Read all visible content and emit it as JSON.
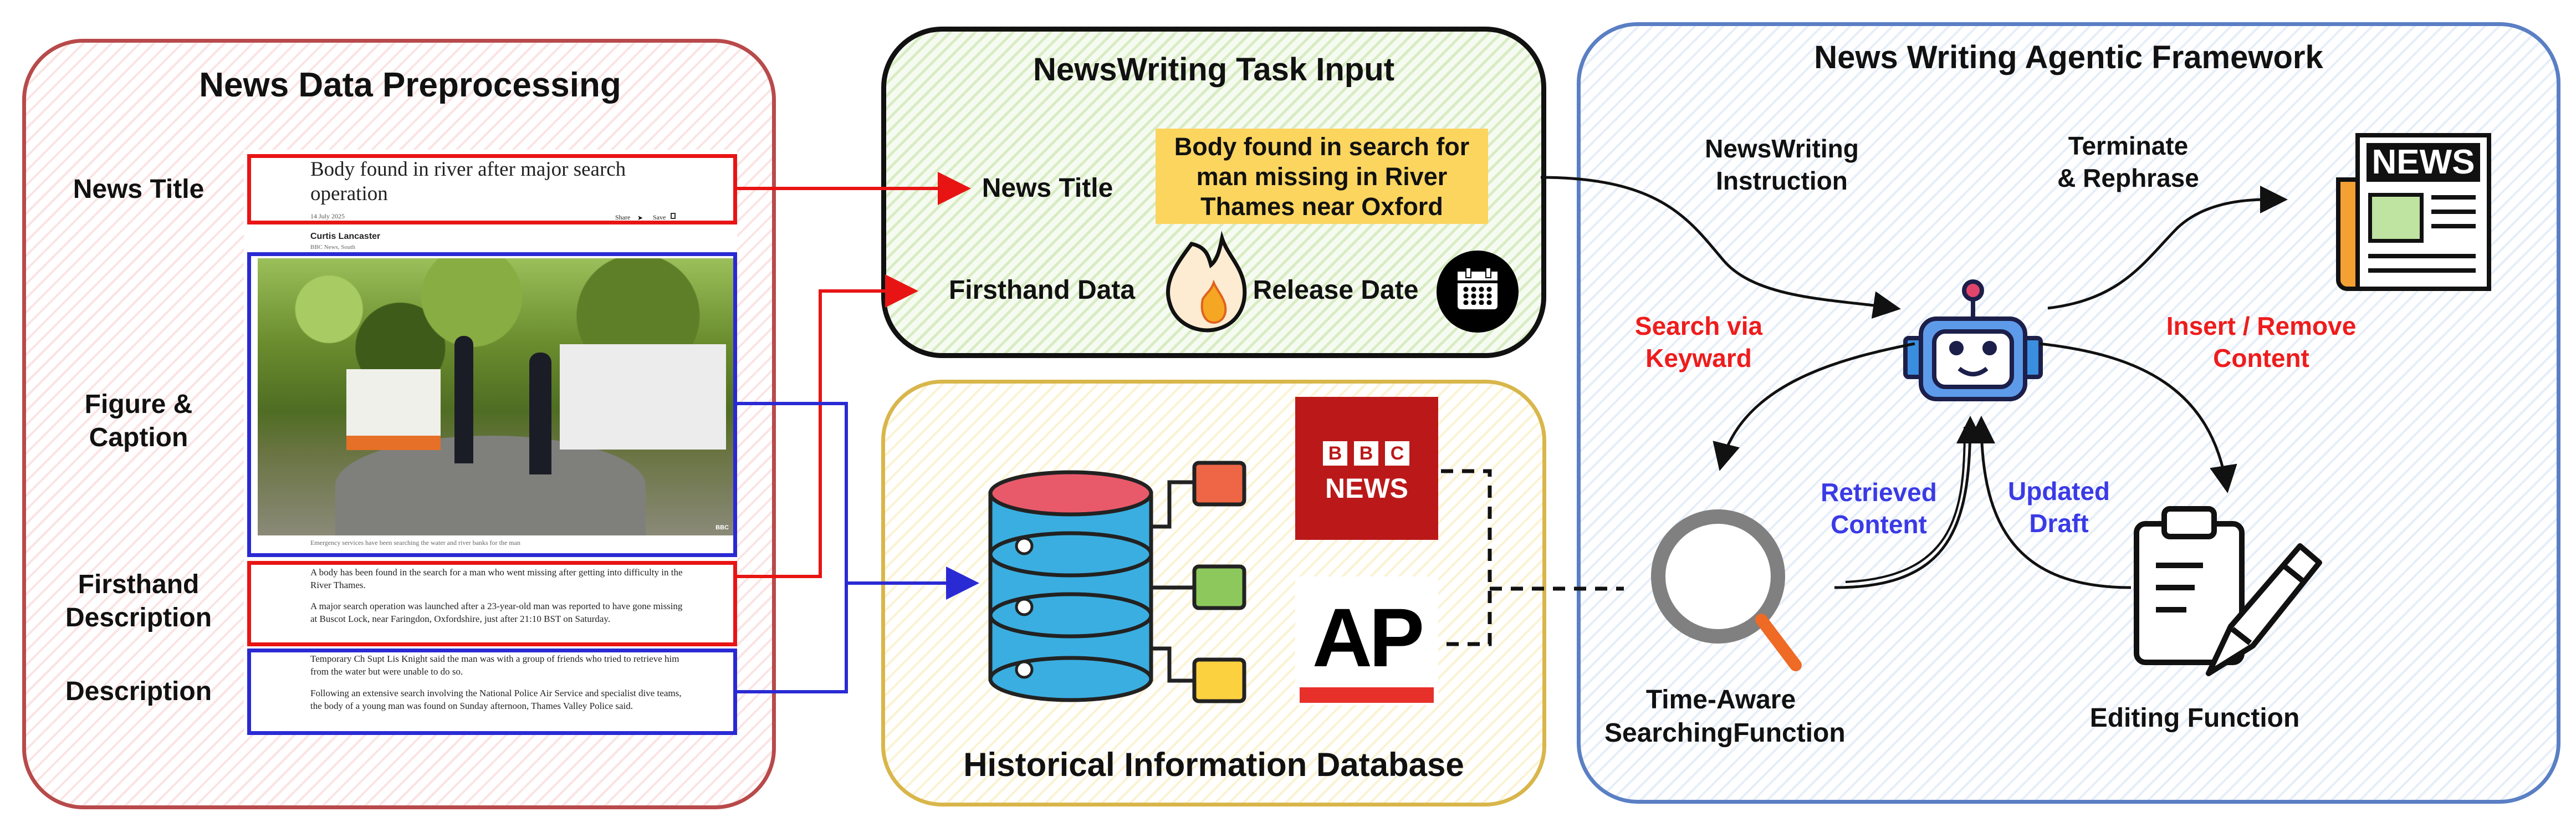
{
  "panels": {
    "preprocessing": {
      "title": "News Data Preprocessing",
      "labels": {
        "news_title": "News Title",
        "figure_caption": "Figure &\nCaption",
        "firsthand_description": "Firsthand\nDescription",
        "description": "Description"
      }
    },
    "task_input": {
      "title": "NewsWriting Task Input",
      "news_title_label": "News Title",
      "news_title_value": "Body found in search for man missing in River Thames near Oxford",
      "firsthand_label": "Firsthand Data",
      "release_date_label": "Release Date"
    },
    "database": {
      "title": "Historical Information Database",
      "sources": [
        "BBC NEWS",
        "AP"
      ]
    },
    "agentic": {
      "title": "News Writing Agentic Framework",
      "instruction_label": "NewsWriting\nInstruction",
      "terminate_label": "Terminate\n& Rephrase",
      "search_keyword_label": "Search via\nKeyward",
      "insert_remove_label": "Insert / Remove\nContent",
      "retrieved_label": "Retrieved\nContent",
      "updated_label": "Updated\nDraft",
      "search_function_label": "Time-Aware\nSearchingFunction",
      "editing_function_label": "Editing Function",
      "news_icon_text": "NEWS"
    }
  },
  "article": {
    "headline": "Body found in river after major search operation",
    "date": "14 July 2025",
    "share": "Share",
    "save": "Save",
    "author": "Curtis Lancaster",
    "author_role": "BBC News, South",
    "photo_credit": "BBC",
    "caption": "Emergency services have been searching the water and river banks for the man",
    "firsthand_p1": "A body has been found in the search for a man who went missing after getting into difficulty in the River Thames.",
    "firsthand_p2": "A major search operation was launched after a 23-year-old man was reported to have gone missing at Buscot Lock, near Faringdon, Oxfordshire, just after 21:10 BST on Saturday.",
    "desc_p1": "Temporary Ch Supt Lis Knight said the man was with a group of friends who tried to retrieve him from the water but were unable to do so.",
    "desc_p2": "Following an extensive search involving the National Police Air Service and specialist dive teams, the body of a young man was found on Sunday afternoon, Thames Valley Police said."
  },
  "colors": {
    "red_panel": "#b84a4a",
    "green_panel": "#111111",
    "yellow_panel": "#d8b64a",
    "blue_panel": "#5a7fc4",
    "highlight_yellow": "#fcd55f",
    "db_blue": "#3aaee0",
    "bbc_red": "#bb1919"
  }
}
